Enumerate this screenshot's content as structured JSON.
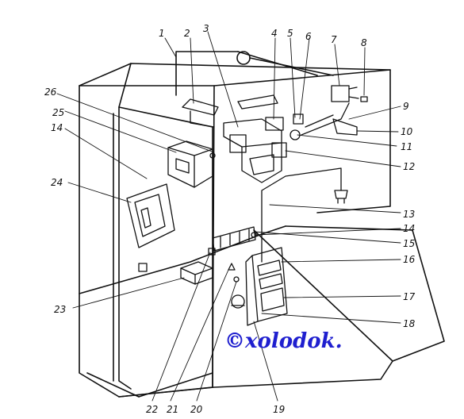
{
  "figure": {
    "callouts": [
      "1",
      "2",
      "3",
      "4",
      "5",
      "6",
      "7",
      "8",
      "9",
      "10",
      "11",
      "12",
      "13",
      "14",
      "15",
      "16",
      "17",
      "18",
      "19",
      "20",
      "21",
      "22",
      "23",
      "24",
      "25",
      "26",
      "14"
    ]
  },
  "watermark": {
    "text": "©xolodok."
  },
  "colors": {
    "line": "#111111",
    "watermark": "#1f1fcf",
    "background": "#ffffff"
  }
}
